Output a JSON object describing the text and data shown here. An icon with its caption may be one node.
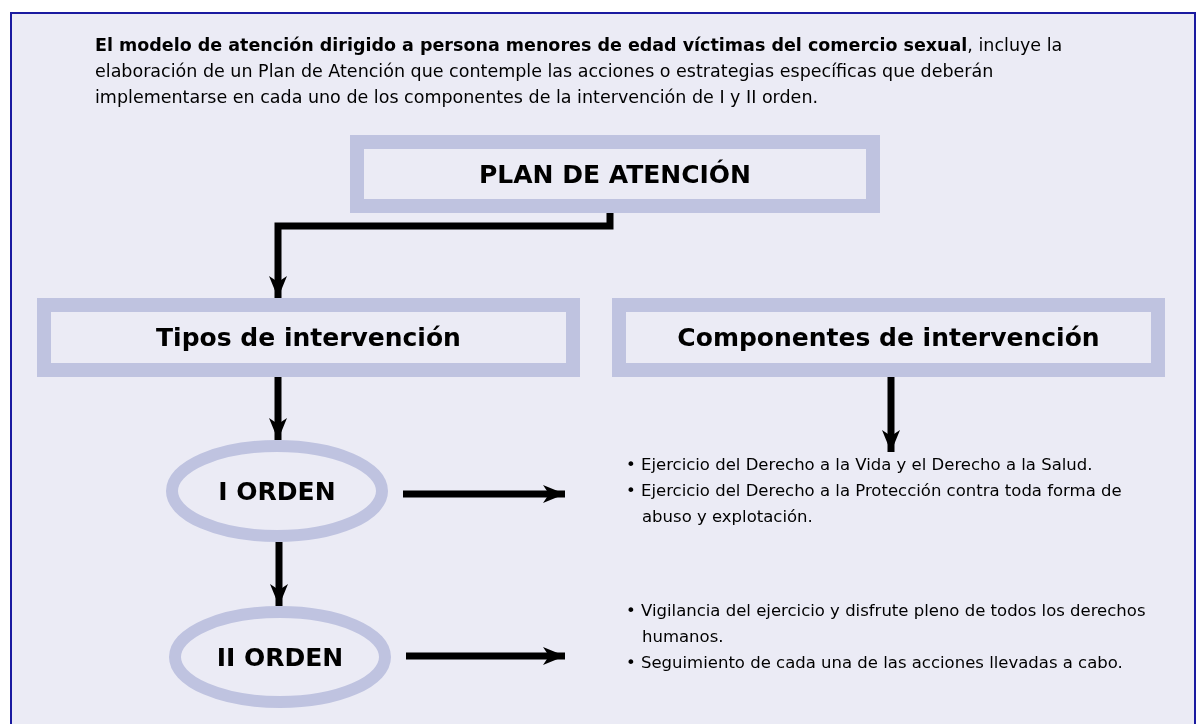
{
  "diagram": {
    "nodes": [
      {
        "text": [
          "PLAN DE ATENCIÓN"
        ]
      },
      {
        "text": [
          "Tipos de intervención"
        ]
      },
      {
        "text": [
          "Componentes de intervención"
        ]
      },
      {
        "text": [
          "I ORDEN"
        ]
      },
      {
        "text": [
          "• Ejercicio del Derecho a la Vida y el Derecho a la Salud.",
          "• Ejercicio del Derecho a la Protección contra toda forma de abuso y explotación."
        ]
      },
      {
        "text": [
          "II ORDEN"
        ]
      },
      {
        "text": [
          "• Vigilancia del ejercicio y disfrute pleno de todos los derechos humanos.",
          "• Seguimiento de cada una de las acciones llevadas a cabo."
        ]
      }
    ],
    "edges": [
      {
        "from": 0,
        "to": 1,
        "arrow": "to"
      },
      {
        "from": 1,
        "to": 3,
        "arrow": "to"
      },
      {
        "from": 3,
        "to": 4,
        "arrow": "to"
      },
      {
        "from": 2,
        "to": 4,
        "arrow": "to"
      },
      {
        "from": 3,
        "to": 5,
        "arrow": "to"
      },
      {
        "from": 5,
        "to": 6,
        "arrow": "to"
      }
    ],
    "labels": [
      "**El modelo de atención dirigido a persona menores de edad víctimas del comercio sexual**, incluye la elaboración de un Plan de Atención que contemple las acciones o estrategias específicas que deberán implementarse en cada uno de los componentes de la intervención de I y II orden."
    ]
  }
}
